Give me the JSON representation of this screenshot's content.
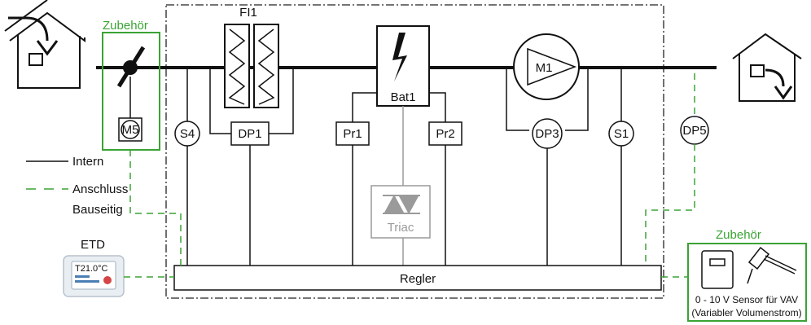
{
  "labels": {
    "filter": "FI1",
    "battery": "Bat1",
    "motor": "M1",
    "damper_motor": "M5",
    "sensor_s4": "S4",
    "sensor_s1": "S1",
    "pressure_dp1": "DP1",
    "pressure_dp3": "DP3",
    "pressure_dp5": "DP5",
    "pressure_pr1": "Pr1",
    "pressure_pr2": "Pr2",
    "triac": "Triac",
    "controller": "Regler",
    "etd": "ETD"
  },
  "legend": {
    "intern": "Intern",
    "anschluss": "Anschluss",
    "bauseitig": "Bauseitig"
  },
  "accessories": {
    "left_title": "Zubehör",
    "right_title": "Zubehör",
    "sensor_line1": "0 - 10 V Sensor für VAV",
    "sensor_line2": "(Variabler Volumenstrom)"
  },
  "etd_screen": {
    "line1": "T21.0°C"
  },
  "colors": {
    "line": "#111111",
    "accessory": "#3aa335",
    "triac": "#9a9a9a",
    "dashed_border": "#222222"
  }
}
